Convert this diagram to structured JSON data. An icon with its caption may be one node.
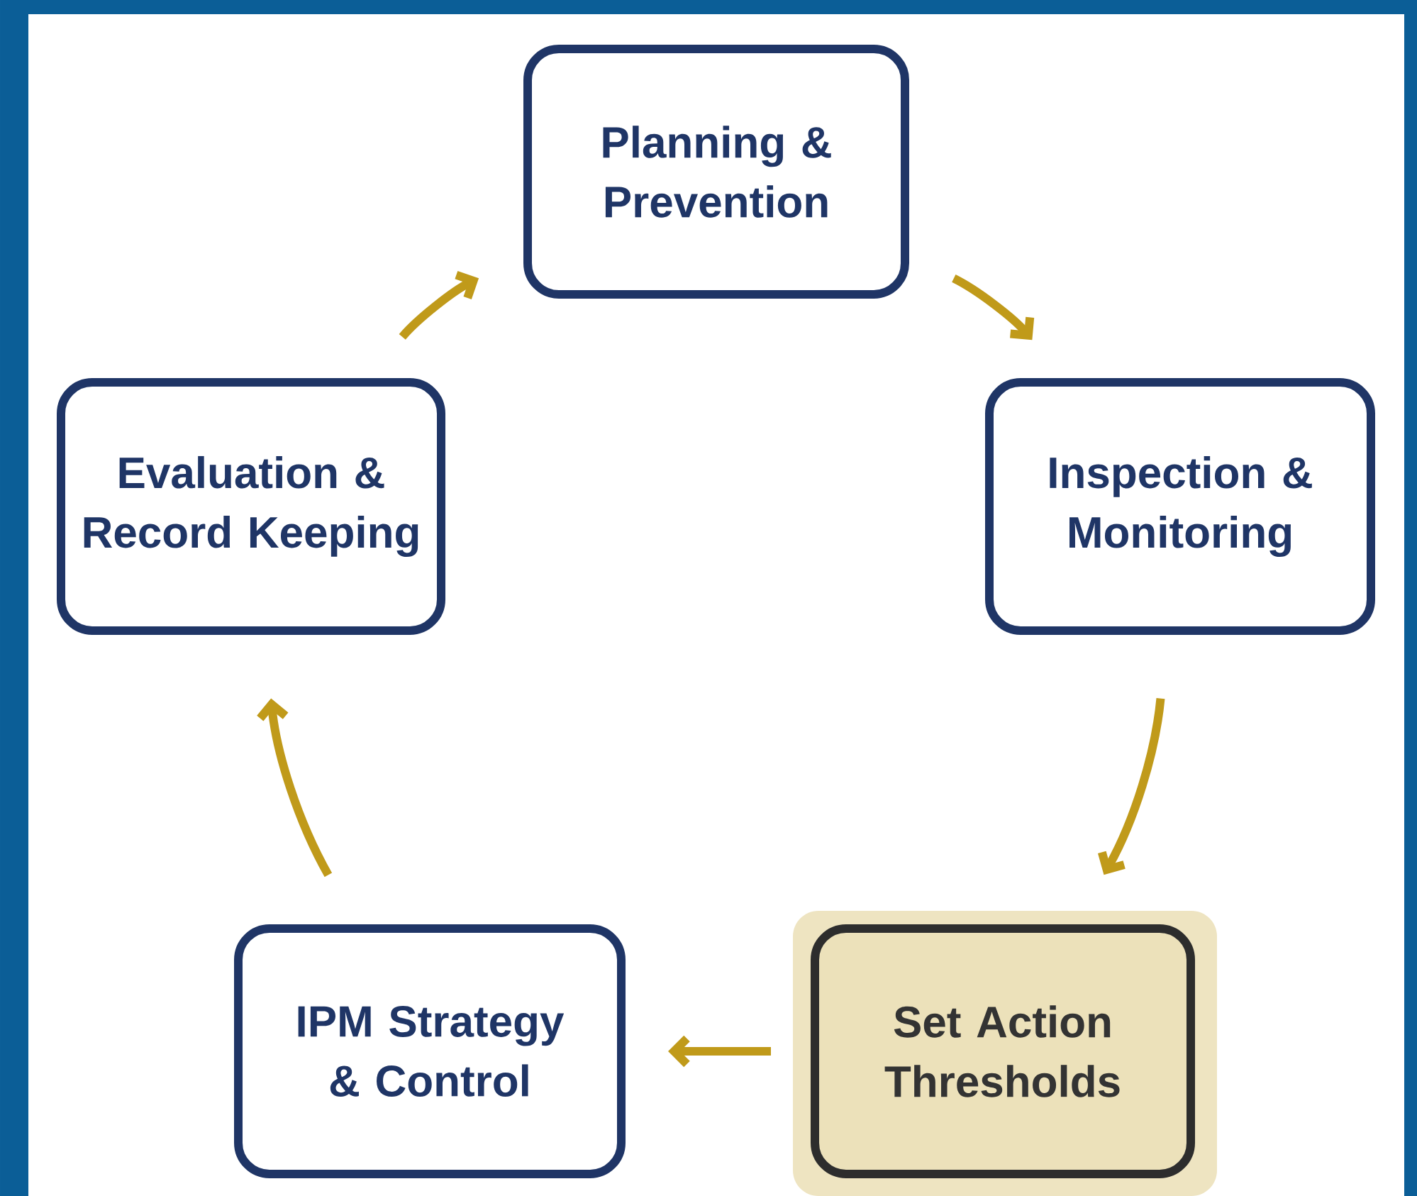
{
  "diagram": {
    "nodes": [
      {
        "text": [
          "Planning & Prevention"
        ]
      },
      {
        "text": [
          "Inspection & Monitoring"
        ]
      },
      {
        "text": [
          "Set Action Thresholds"
        ]
      },
      {
        "text": [
          "IPM Strategy & Control"
        ]
      },
      {
        "text": [
          "Evaluation & Record Keeping"
        ]
      }
    ],
    "edges": [
      {
        "from": 0,
        "to": 1,
        "arrow": "to"
      },
      {
        "from": 1,
        "to": 2,
        "arrow": "to"
      },
      {
        "from": 2,
        "to": 3,
        "arrow": "to"
      },
      {
        "from": 3,
        "to": 4,
        "arrow": "to"
      },
      {
        "from": 4,
        "to": 0,
        "arrow": "to"
      }
    ]
  }
}
